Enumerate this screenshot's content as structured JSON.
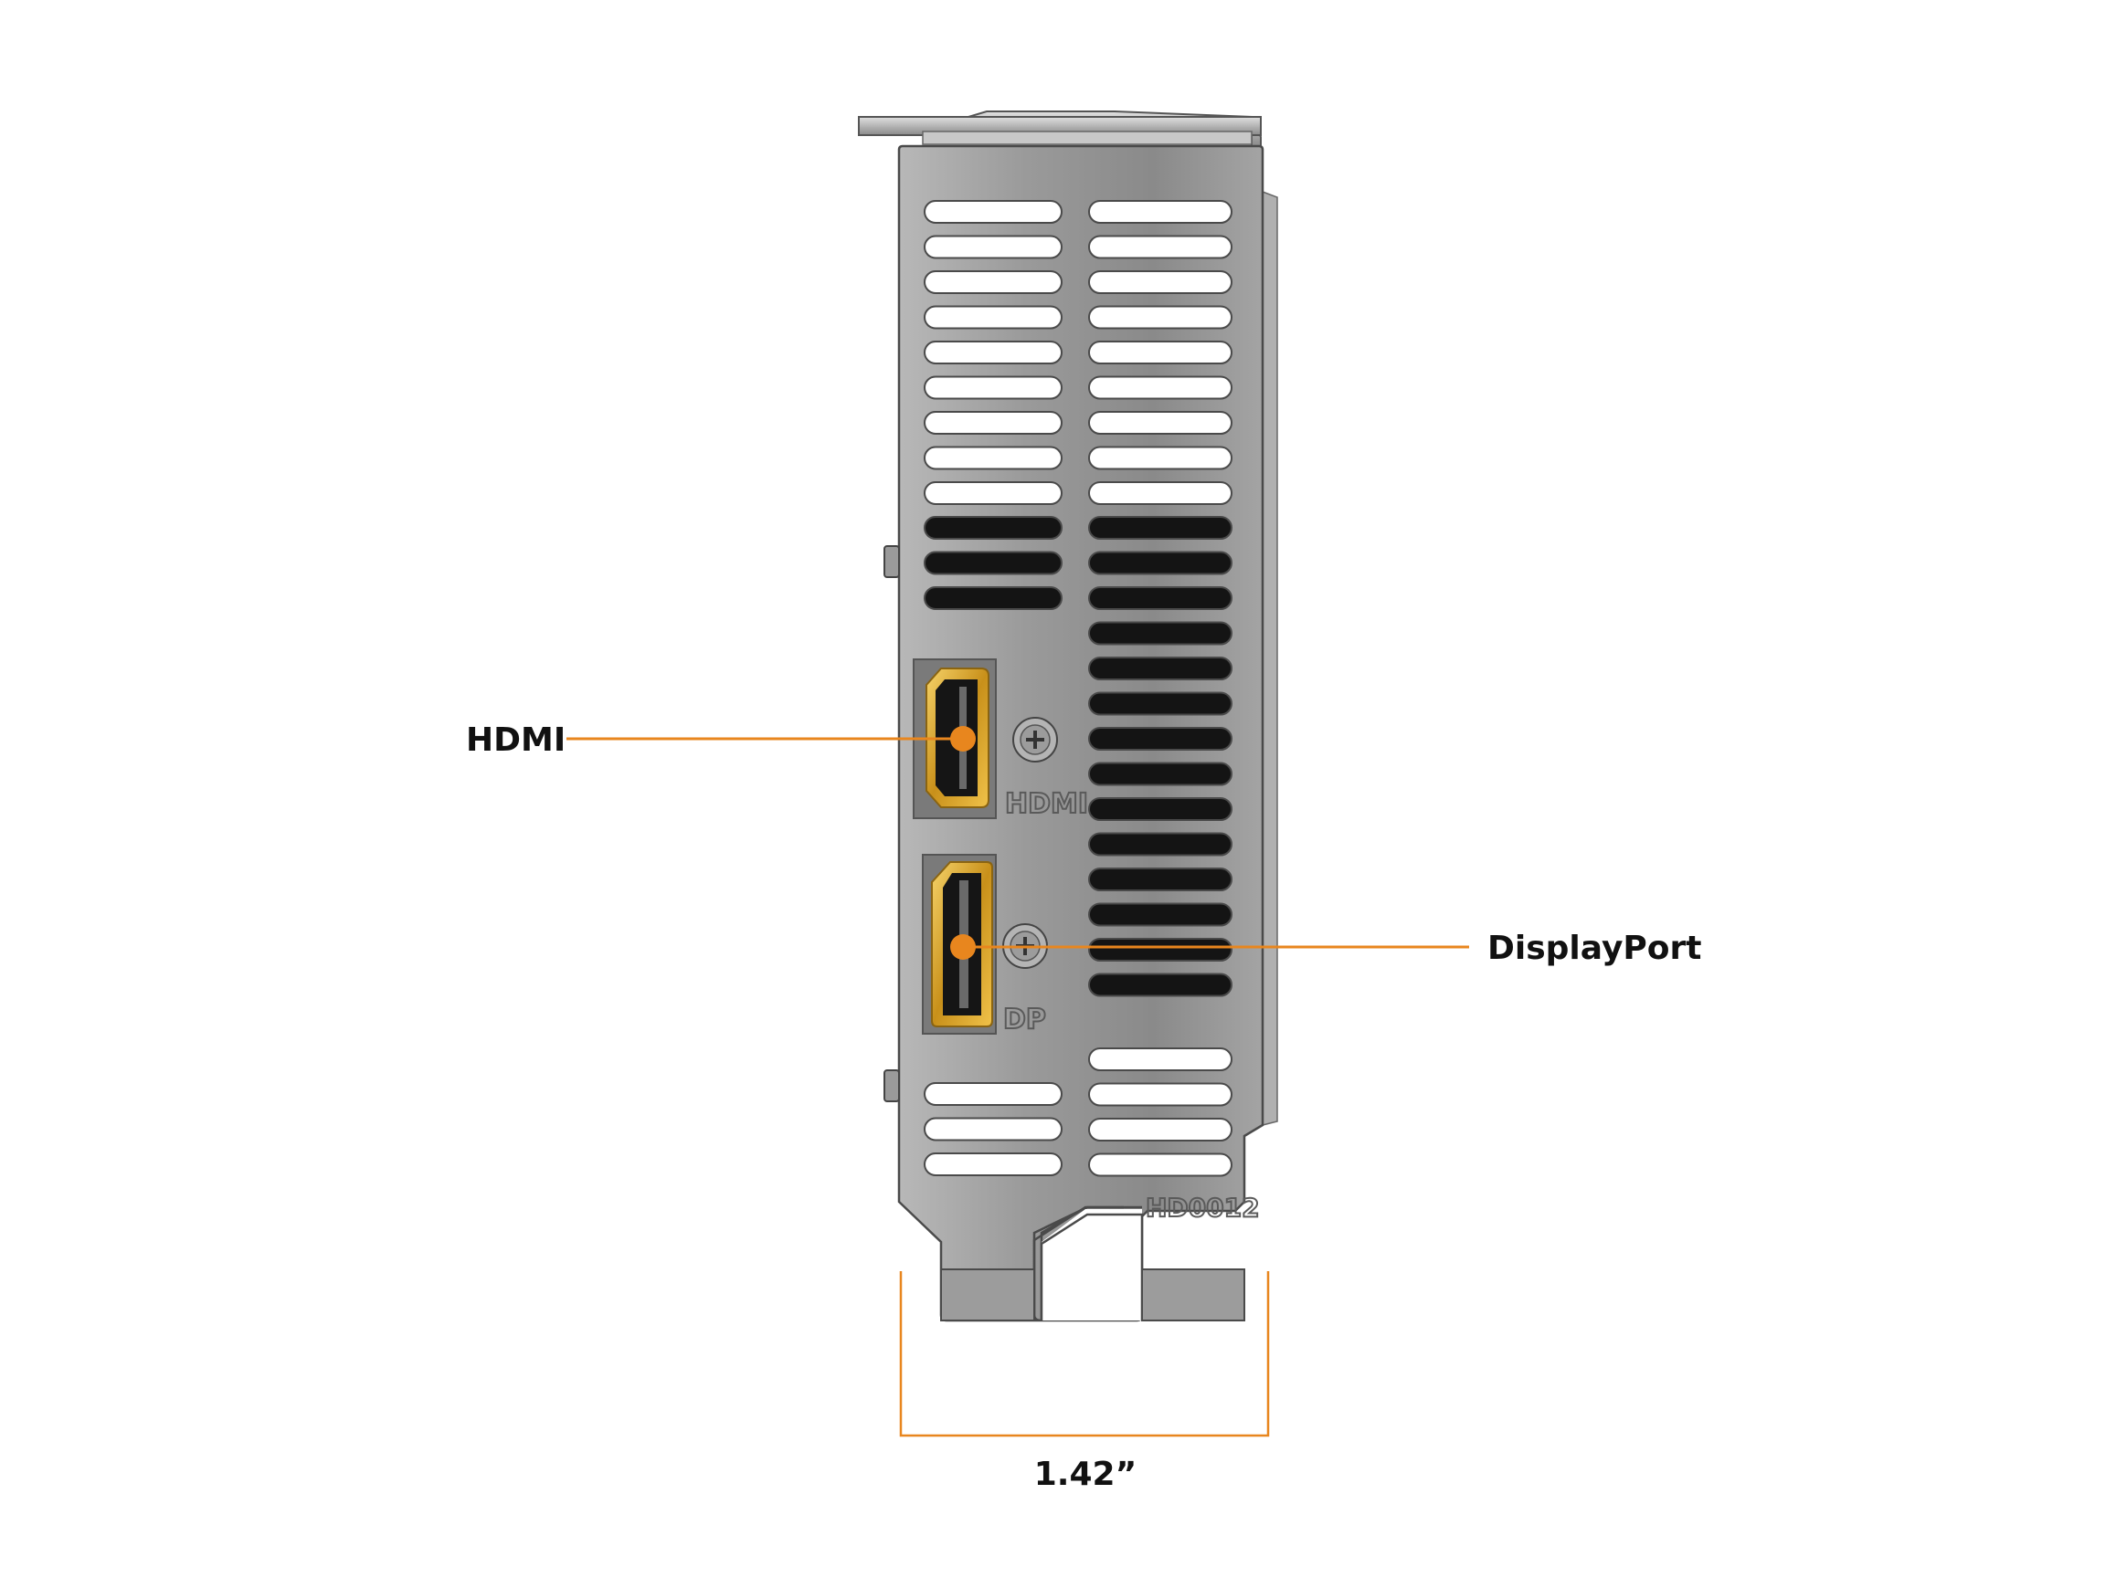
{
  "callouts": {
    "hdmi_label": "HDMI",
    "displayport_label": "DisplayPort",
    "width_label": "1.42”"
  },
  "bracket": {
    "port_engravings": {
      "hdmi": "HDMI",
      "dp": "DP"
    },
    "model_code": "HD0012"
  },
  "colors": {
    "accent": "#E8861E",
    "bracket_metal": "#8c8c8c",
    "gold_connector": "#D9A520"
  }
}
